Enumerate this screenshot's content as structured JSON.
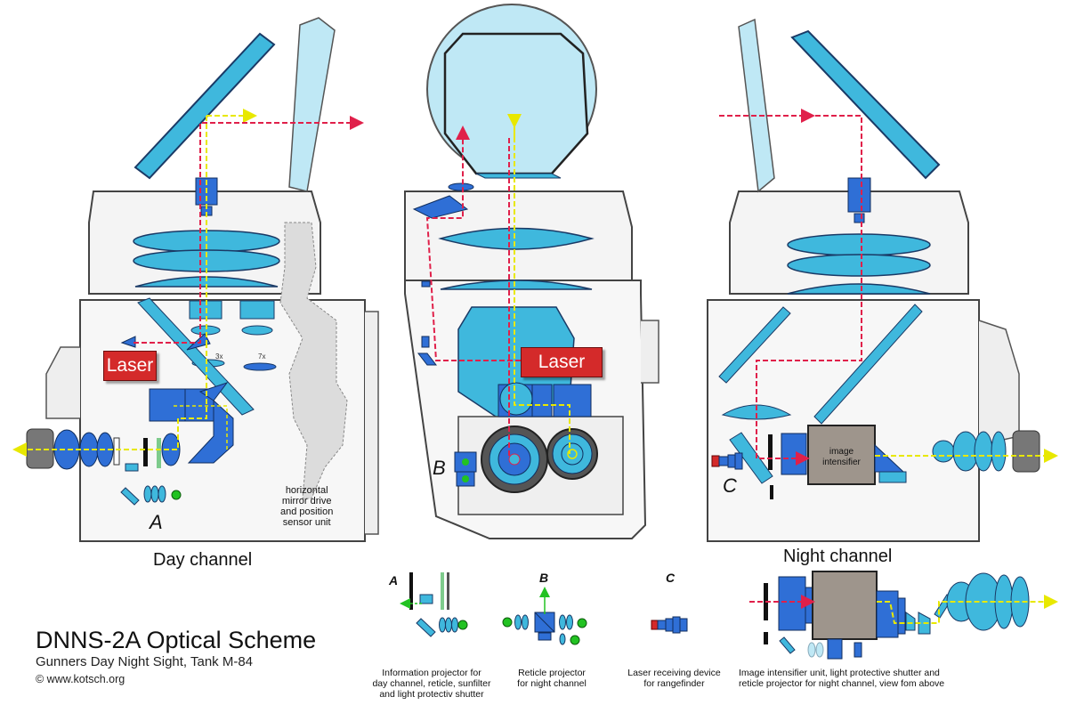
{
  "title": "DNNS-2A Optical Scheme",
  "subtitle": "Gunners Day Night Sight, Tank M-84",
  "copyright": "© www.kotsch.org",
  "panels": {
    "day": {
      "title": "Day channel",
      "laser": "Laser",
      "marker": "A",
      "mag_low": "3x",
      "mag_high": "7x",
      "note": [
        "horizontal",
        "mirror drive",
        "and position",
        "sensor unit"
      ]
    },
    "reticle": {
      "laser": "Laser",
      "marker": "B"
    },
    "night": {
      "title": "Night channel",
      "marker": "C",
      "intensifier": [
        "image",
        "intensifier"
      ]
    }
  },
  "details": [
    {
      "marker": "A",
      "caption": [
        "Information projector for",
        "day channel, reticle, sunfilter",
        "and  light protectiv shutter"
      ]
    },
    {
      "marker": "B",
      "caption": [
        "Reticle projector",
        "for night channel"
      ]
    },
    {
      "marker": "C",
      "caption": [
        "Laser receiving device",
        "for  rangefinder"
      ]
    },
    {
      "marker": "",
      "caption": [
        "Image intensifier unit, light protective shutter and",
        "reticle projector for night channel, view fom above"
      ]
    }
  ],
  "colors": {
    "glass": "#3fb8dd",
    "glass_light": "#bfe8f5",
    "prism": "#2f6fd6",
    "laser": "#d42a2a",
    "beam_day": "#e8e800",
    "beam_laser": "#e0204a",
    "housing": "#f4f4f4",
    "intensifier": "#9e958c",
    "drive": "#dcdcdc"
  }
}
